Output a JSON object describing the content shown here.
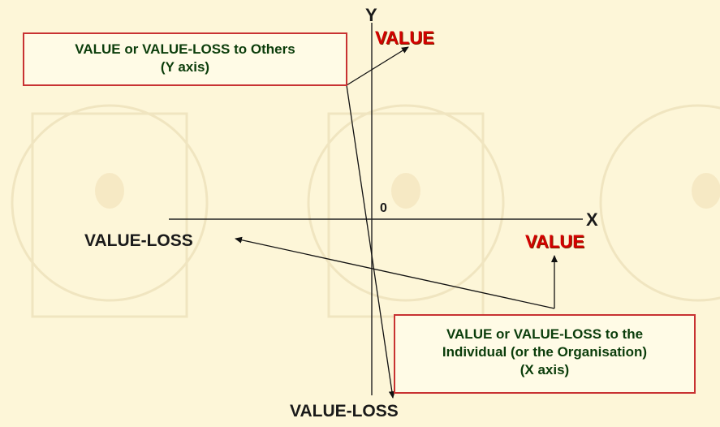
{
  "axes": {
    "y_letter": "Y",
    "x_letter": "X",
    "origin": "0"
  },
  "labels": {
    "y_top_value": "VALUE",
    "y_bottom_value_loss": "VALUE-LOSS",
    "x_right_value": "VALUE",
    "x_left_value_loss": "VALUE-LOSS"
  },
  "boxes": {
    "y_axis_box": {
      "line1": "VALUE or VALUE-LOSS to Others",
      "line2": "(Y axis)"
    },
    "x_axis_box": {
      "line1": "VALUE or VALUE-LOSS to the",
      "line2": "Individual (or the Organisation)",
      "line3": "(X axis)"
    }
  },
  "colors": {
    "background": "#fdf6d8",
    "value_red": "#d40000",
    "box_border": "#c83232",
    "box_text": "#0b3d0b"
  }
}
